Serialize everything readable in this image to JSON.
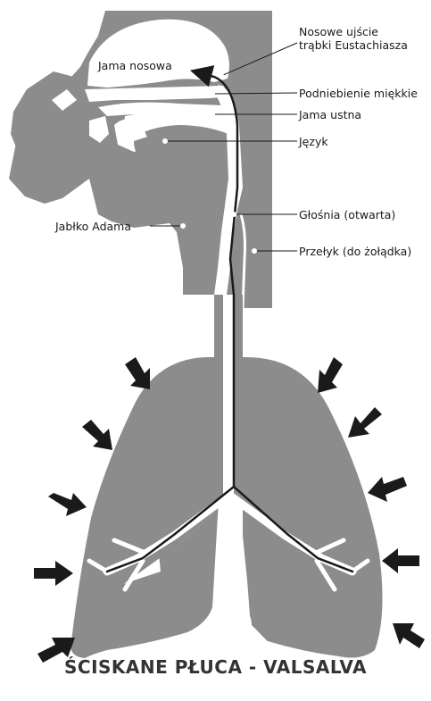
{
  "labels": {
    "eustachian": [
      "Nosowe ujście",
      "trąbki Eustachiasza"
    ],
    "nasal_cavity": "Jama nosowa",
    "soft_palate": "Podniebienie miękkie",
    "oral_cavity": "Jama ustna",
    "tongue": "Język",
    "adams_apple": "Jabłko Adama",
    "glottis": "Głośnia (otwarta)",
    "esophagus": "Przełyk (do żołądka)"
  },
  "title": "ŚCISKANE PŁUCA - VALSALVA",
  "colors": {
    "tissue": "#8c8c8c",
    "airway": "#ffffff",
    "airflow_line": "#1a1a1a",
    "arrow": "#1a1a1a",
    "text": "#1a1a1a"
  },
  "icons": {
    "pressure_arrow": "arrow-right",
    "airflow_arrowhead": "arrow-left"
  }
}
